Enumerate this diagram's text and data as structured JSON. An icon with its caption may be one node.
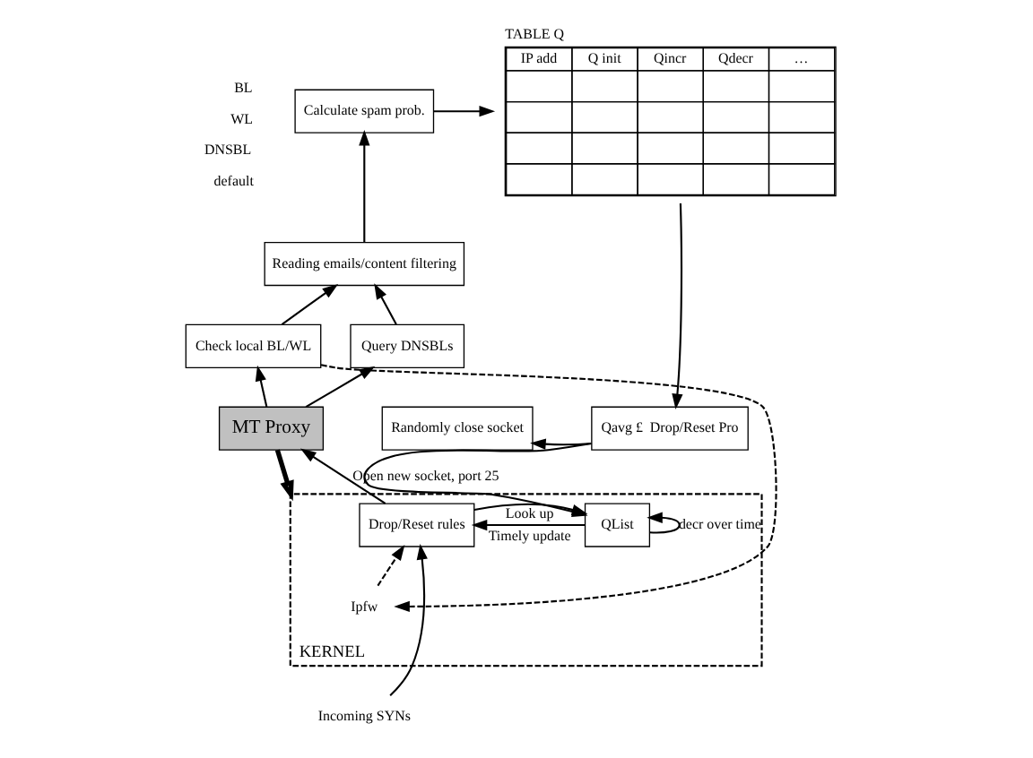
{
  "diagram": {
    "nodes": [
      {
        "text": [
          "Calculate spam prob."
        ]
      },
      {
        "text": [
          "Reading emails/content filtering"
        ]
      },
      {
        "text": [
          "Check local BL/WL"
        ]
      },
      {
        "text": [
          "Query DNSBLs"
        ]
      },
      {
        "text": [
          "MT Proxy"
        ]
      },
      {
        "text": [
          "TABLE Q",
          "IP add",
          "Q init",
          "Qincr",
          "Qdecr",
          "…"
        ]
      },
      {
        "text": [
          "Randomly close socket"
        ]
      },
      {
        "text": [
          "Qavg £  Drop/Reset Pro"
        ]
      },
      {
        "text": [
          "KERNEL"
        ]
      },
      {
        "text": [
          "Drop/Reset rules"
        ],
        "in": 8
      },
      {
        "text": [
          "QList"
        ],
        "in": 8
      },
      {
        "text": [
          "Ipfw"
        ],
        "in": 8
      },
      {
        "text": [
          "Incoming SYNs"
        ]
      }
    ],
    "edges": [
      {
        "from": 1,
        "to": 0,
        "arrow": "to"
      },
      {
        "from": 2,
        "to": 1,
        "arrow": "to"
      },
      {
        "from": 3,
        "to": 1,
        "arrow": "to"
      },
      {
        "from": 4,
        "to": 2,
        "arrow": "to"
      },
      {
        "from": 4,
        "to": 3,
        "arrow": "to"
      },
      {
        "from": 0,
        "to": 5,
        "arrow": "to"
      },
      {
        "from": 5,
        "to": 7,
        "arrow": "to"
      },
      {
        "from": 7,
        "to": 6,
        "arrow": "to"
      },
      {
        "from": 7,
        "to": 10,
        "arrow": "to"
      },
      {
        "from": 4,
        "to": 8,
        "arrow": "to",
        "style": "thick"
      },
      {
        "from": 9,
        "to": 4,
        "arrow": "to",
        "label": "Open new socket, port 25"
      },
      {
        "from": 9,
        "to": 10,
        "arrow": "to",
        "label": "Look up"
      },
      {
        "from": 10,
        "to": 9,
        "arrow": "to",
        "label": "Timely update"
      },
      {
        "from": 10,
        "to": 10,
        "arrow": "to",
        "label": "decr over time"
      },
      {
        "from": 12,
        "to": 9,
        "arrow": "to"
      },
      {
        "from": 2,
        "to": 11,
        "arrow": "to",
        "style": "dashed"
      },
      {
        "from": 11,
        "to": 9,
        "arrow": "to",
        "style": "dashed"
      }
    ],
    "labels": [
      "BL",
      "WL",
      "DNSBL",
      "default"
    ]
  }
}
